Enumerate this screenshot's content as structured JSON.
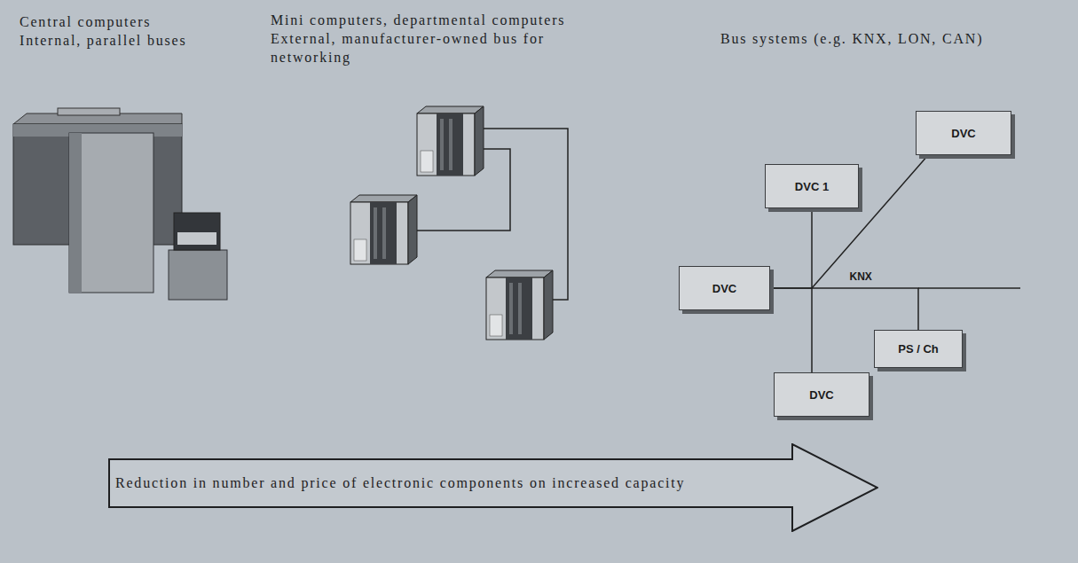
{
  "diagram": {
    "nodes": [
      {
        "text": [
          "DVC"
        ]
      },
      {
        "text": [
          "DVC 1"
        ]
      },
      {
        "text": [
          "DVC"
        ]
      },
      {
        "text": [
          "PS / Ch"
        ]
      },
      {
        "text": [
          "DVC"
        ]
      },
      {
        "text": [
          "Reduction in number and price of electronic components on increased capacity"
        ]
      }
    ],
    "edges": [
      {
        "from": 1,
        "to": 4,
        "arrow": "none"
      },
      {
        "from": 2,
        "to": 0,
        "arrow": "none"
      },
      {
        "from": 2,
        "to": 3,
        "label": "KNX",
        "arrow": "none"
      }
    ],
    "labels": [
      "Central computers",
      "Internal, parallel buses",
      "Mini computers, departmental computers",
      "External, manufacturer-owned bus for networking",
      "Bus systems (e.g. KNX, LON, CAN)"
    ]
  }
}
